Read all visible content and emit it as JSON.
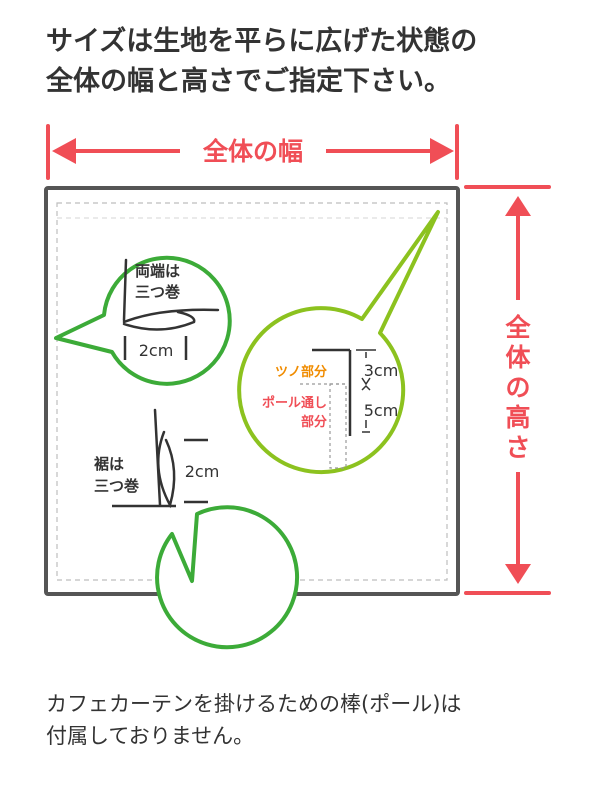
{
  "heading": {
    "line1": "サイズは生地を平らに広げた状態の",
    "line2": "全体の幅と高さでご指定下さい。"
  },
  "dimensions": {
    "width_label": "全体の幅",
    "height_label_chars": [
      "全",
      "体",
      "の",
      "高",
      "さ"
    ]
  },
  "side_hem": {
    "label_line1": "両端は",
    "label_line2": "三つ巻",
    "size": "2cm"
  },
  "bottom_hem": {
    "label_line1": "裾は",
    "label_line2": "三つ巻",
    "size": "2cm"
  },
  "top_detail": {
    "tsuno_label": "ツノ部分",
    "tsuno_size": "3cm",
    "pole_label_line1": "ポール通し",
    "pole_label_line2": "部分",
    "pole_size": "5cm"
  },
  "footer": {
    "line1": "カフェカーテンを掛けるための棒(ポール)は",
    "line2": "付属しておりません。"
  },
  "colors": {
    "dimension_red": "#f04e56",
    "accent_orange": "#f08c00",
    "bubble_green": "#3cab38",
    "bubble_lime": "#8cc21f",
    "fabric_outline": "#555555",
    "text_dark": "#333333"
  }
}
